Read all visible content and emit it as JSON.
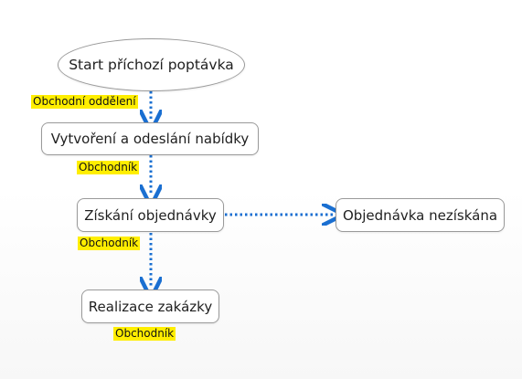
{
  "colors": {
    "arrow": "#1a6fd1",
    "highlight": "#ffee00",
    "node_border": "#9a9a9a"
  },
  "nodes": {
    "start": "Start příchozí poptávka",
    "offer": "Vytvoření a odeslání nabídky",
    "order": "Získání objednávky",
    "lost": "Objednávka nezískána",
    "realization": "Realizace zakázky"
  },
  "labels": {
    "sales_department": "Obchodní oddělení",
    "salesman_1": "Obchodník",
    "salesman_2": "Obchodník",
    "salesman_3": "Obchodník"
  }
}
